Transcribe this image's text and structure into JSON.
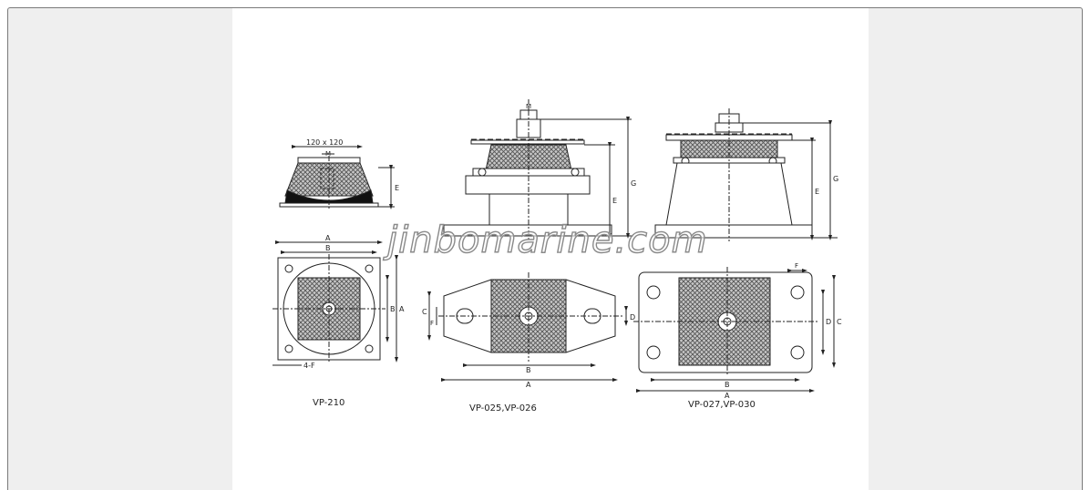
{
  "watermark": "jinbomarine.com",
  "models": {
    "m1": {
      "caption": "VP-210",
      "top_dim": "120 x 120",
      "bolt": "M",
      "hole_note": "4-F",
      "dims": {
        "a": "A",
        "b": "B",
        "e": "E"
      }
    },
    "m2": {
      "caption": "VP-025,VP-026",
      "bolt": "M",
      "dims": {
        "a": "A",
        "b": "B",
        "c": "C",
        "d": "D",
        "e": "E",
        "f": "F",
        "g": "G"
      }
    },
    "m3": {
      "caption": "VP-027,VP-030",
      "dims": {
        "a": "A",
        "b": "B",
        "c": "C",
        "d": "D",
        "e": "E",
        "f": "F",
        "g": "G"
      }
    }
  },
  "colors": {
    "frame_bg": "#efefef",
    "sheet_bg": "#ffffff",
    "line": "#222222"
  }
}
